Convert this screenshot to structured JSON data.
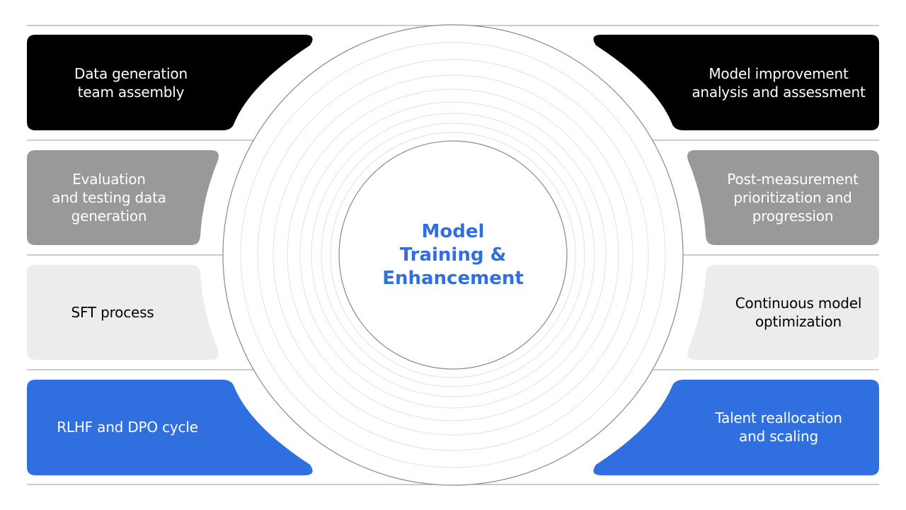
{
  "center": {
    "title": "Model\nTraining &\nEnhancement"
  },
  "left_steps": [
    {
      "label": "Data generation\nteam assembly"
    },
    {
      "label": "Evaluation\nand testing data\ngeneration"
    },
    {
      "label": "SFT process"
    },
    {
      "label": "RLHF and DPO cycle"
    }
  ],
  "right_steps": [
    {
      "label": "Model improvement\nanalysis and assessment"
    },
    {
      "label": "Post-measurement\nprioritization and\nprogression"
    },
    {
      "label": "Continuous model\noptimization"
    },
    {
      "label": "Talent reallocation\nand scaling"
    }
  ],
  "colors": {
    "black": "#000000",
    "dark_gray": "#999999",
    "light_gray": "#ececec",
    "blue": "#2f6fdf",
    "center_text": "#2f6fdf",
    "line": "#9a9a9a"
  }
}
